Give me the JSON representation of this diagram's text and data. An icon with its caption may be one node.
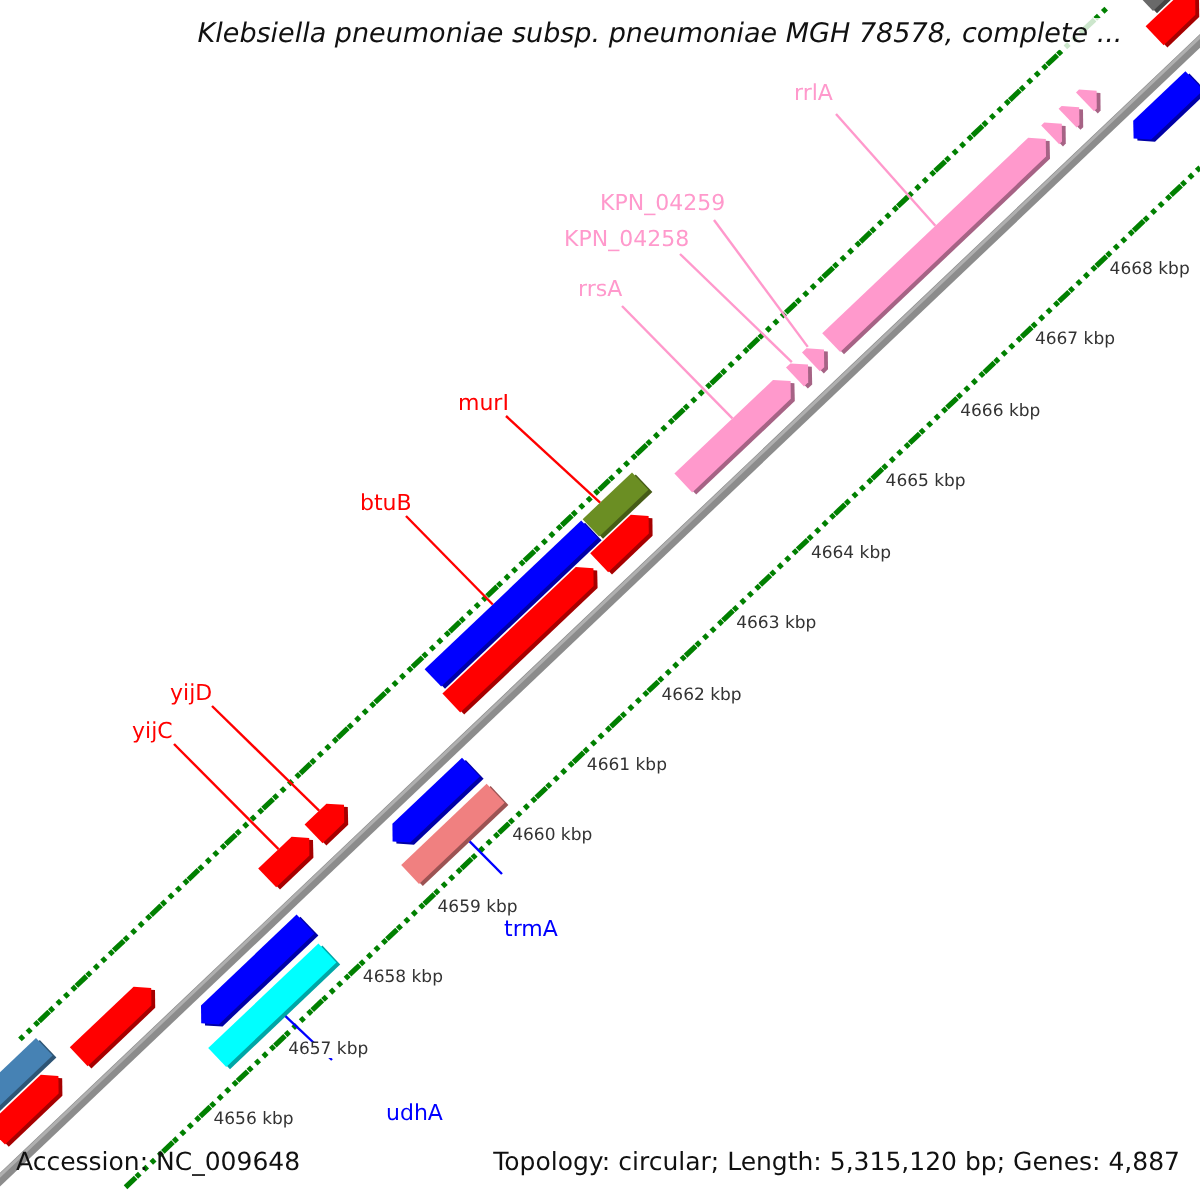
{
  "diagram": {
    "title": "Klebsiella pneumoniae subsp. pneumoniae MGH 78578, complete ...",
    "nodes": [
      {
        "text": [
          "rrlA"
        ]
      },
      {
        "text": [
          "KPN_04259"
        ]
      },
      {
        "text": [
          "KPN_04258"
        ]
      },
      {
        "text": [
          "rrsA"
        ]
      },
      {
        "text": [
          "murI"
        ]
      },
      {
        "text": [
          "btuB"
        ]
      },
      {
        "text": [
          "yijD"
        ]
      },
      {
        "text": [
          "yijC"
        ]
      },
      {
        "text": [
          "trmA"
        ]
      },
      {
        "text": [
          "udhA"
        ]
      },
      {
        "text": [],
        "shape": "arrow"
      },
      {
        "text": [],
        "shape": "arrow"
      },
      {
        "text": [],
        "shape": "arrow"
      },
      {
        "text": [],
        "shape": "arrow"
      },
      {
        "text": [],
        "shape": "bar"
      },
      {
        "text": [],
        "shape": "bar"
      },
      {
        "text": [],
        "shape": "arrow"
      },
      {
        "text": [],
        "shape": "arrow"
      },
      {
        "text": [],
        "shape": "bar"
      },
      {
        "text": [],
        "shape": "bar"
      },
      {
        "text": [],
        "shape": "bar"
      },
      {
        "text": [],
        "shape": "bar"
      },
      {
        "text": [],
        "shape": "arrow"
      },
      {
        "text": [],
        "shape": "arrow"
      },
      {
        "text": [],
        "shape": "arrow"
      },
      {
        "text": [],
        "shape": "arrow"
      },
      {
        "text": [],
        "shape": "arrow"
      },
      {
        "text": [],
        "shape": "arrow"
      },
      {
        "text": [],
        "shape": "arrow"
      },
      {
        "text": [],
        "shape": "arrow"
      },
      {
        "text": [],
        "shape": "arrow"
      },
      {
        "text": [],
        "shape": "arrow"
      },
      {
        "text": [],
        "shape": "arrow"
      }
    ],
    "edges": [
      {
        "from": 0,
        "to": 10,
        "arrow": "none"
      },
      {
        "from": 1,
        "to": 11,
        "arrow": "none"
      },
      {
        "from": 2,
        "to": 12,
        "arrow": "none"
      },
      {
        "from": 3,
        "to": 13,
        "arrow": "none"
      },
      {
        "from": 4,
        "to": 14,
        "arrow": "none",
        "color": "#ff0000"
      },
      {
        "from": 5,
        "to": 15,
        "arrow": "none",
        "color": "#ff0000"
      },
      {
        "from": 6,
        "to": 16,
        "arrow": "none",
        "color": "#ff0000"
      },
      {
        "from": 7,
        "to": 17,
        "arrow": "none",
        "color": "#ff0000"
      },
      {
        "from": 8,
        "to": 18,
        "arrow": "none",
        "color": "#0000ff"
      },
      {
        "from": 9,
        "to": 19,
        "arrow": "none",
        "color": "#0000ff"
      }
    ],
    "labels": [
      "4668 kbp",
      "4667 kbp",
      "4666 kbp",
      "4665 kbp",
      "4664 kbp",
      "4663 kbp",
      "4662 kbp",
      "4661 kbp",
      "4660 kbp",
      "4659 kbp",
      "4658 kbp",
      "4657 kbp",
      "4656 kbp",
      "Accession: NC_009648",
      "Topology: circular; Length: 5,315,120 bp; Genes: 4,887"
    ]
  }
}
